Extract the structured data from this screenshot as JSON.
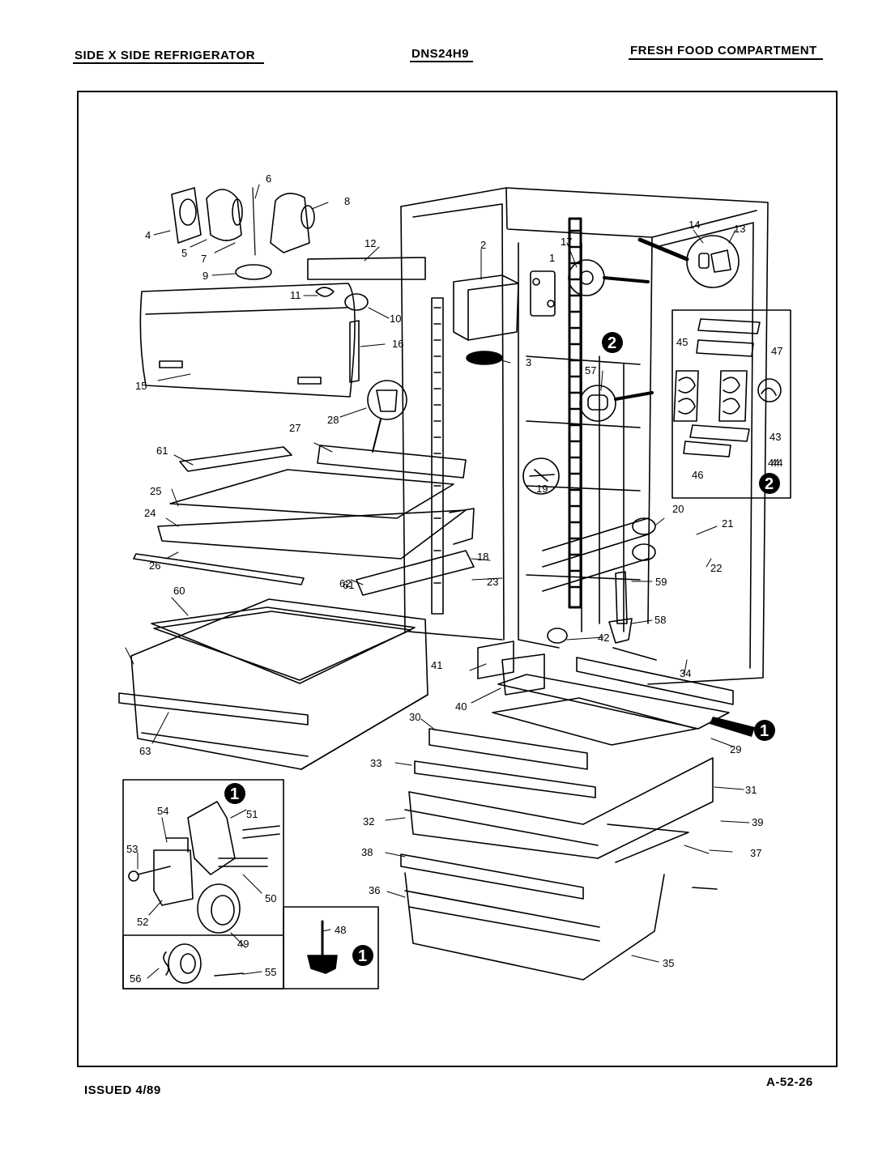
{
  "header": {
    "left": "SIDE X SIDE REFRIGERATOR",
    "center": "DNS24H9",
    "right": "FRESH FOOD COMPARTMENT"
  },
  "footer": {
    "issued": "ISSUED 4/89",
    "page_code": "A-52-26"
  },
  "callouts": [
    "1",
    "2",
    "3",
    "4",
    "5",
    "6",
    "7",
    "8",
    "9",
    "10",
    "11",
    "12",
    "13",
    "14",
    "15",
    "16",
    "17",
    "18",
    "19",
    "20",
    "21",
    "22",
    "23",
    "24",
    "25",
    "26",
    "27",
    "28",
    "29",
    "30",
    "31",
    "32",
    "33",
    "34",
    "35",
    "36",
    "37",
    "38",
    "39",
    "40",
    "41",
    "42",
    "43",
    "44",
    "45",
    "46",
    "47",
    "48",
    "49",
    "50",
    "51",
    "52",
    "53",
    "54",
    "55",
    "56",
    "57",
    "58",
    "59",
    "60",
    "61",
    "62",
    "63"
  ],
  "detail_markers": {
    "one": "1",
    "two": "2"
  }
}
